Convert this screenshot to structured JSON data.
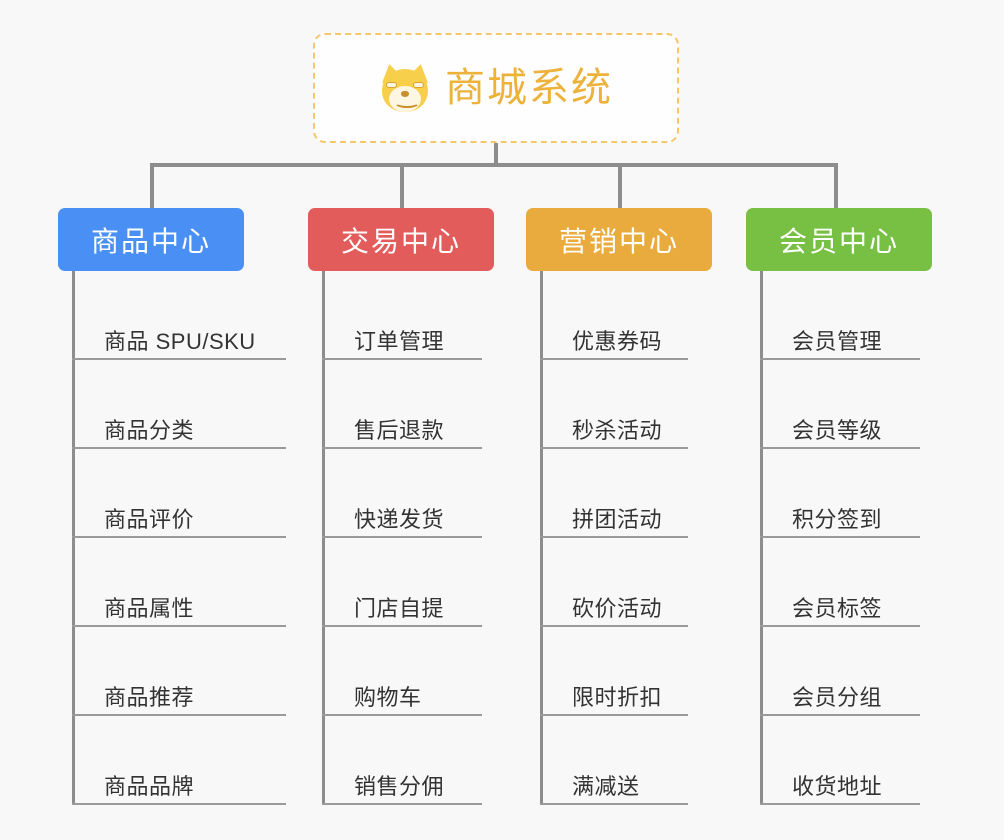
{
  "background": "#f8f8f8",
  "root": {
    "title": "商城系统",
    "icon": "shiba-dog-icon",
    "text_color": "#edb23c",
    "border_color": "#f5c76a"
  },
  "connector_color": "#8d8d8d",
  "columns": [
    {
      "id": "product-center",
      "label": "商品中心",
      "color": "#4a90f4",
      "items": [
        "商品 SPU/SKU",
        "商品分类",
        "商品评价",
        "商品属性",
        "商品推荐",
        "商品品牌"
      ]
    },
    {
      "id": "trade-center",
      "label": "交易中心",
      "color": "#e25c5c",
      "items": [
        "订单管理",
        "售后退款",
        "快递发货",
        "门店自提",
        "购物车",
        "销售分佣"
      ]
    },
    {
      "id": "marketing-center",
      "label": "营销中心",
      "color": "#e9ab3d",
      "items": [
        "优惠券码",
        "秒杀活动",
        "拼团活动",
        "砍价活动",
        "限时折扣",
        "满减送"
      ]
    },
    {
      "id": "member-center",
      "label": "会员中心",
      "color": "#77c043",
      "items": [
        "会员管理",
        "会员等级",
        "积分签到",
        "会员标签",
        "会员分组",
        "收货地址"
      ]
    }
  ]
}
